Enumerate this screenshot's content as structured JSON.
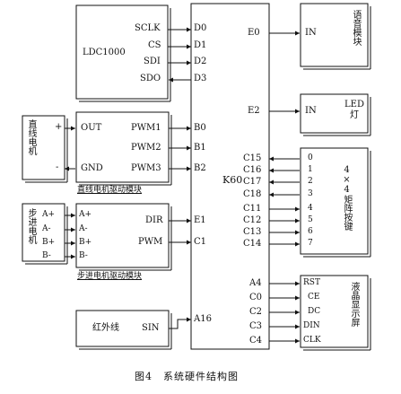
{
  "colors": {
    "line": "#111111",
    "bg": "#ffffff"
  },
  "ldc": {
    "name": "LDC1000",
    "pins": [
      "SCLK",
      "CS",
      "SDI",
      "SDO"
    ]
  },
  "k60": {
    "name": "K60",
    "left_pins_top": [
      "D0",
      "D1",
      "D2",
      "D3"
    ],
    "left_pins_motor": [
      "B0",
      "B1",
      "B2"
    ],
    "left_pins_stepper": [
      "E1",
      "C1"
    ],
    "left_pin_ir": "A16",
    "right_pins": [
      "E0",
      "E2",
      "C15",
      "C16",
      "C17",
      "C18",
      "C11",
      "C12",
      "C13",
      "C14",
      "A4",
      "C0",
      "C2",
      "C3",
      "C4"
    ]
  },
  "voice": {
    "name": "语音模块",
    "pin": "IN"
  },
  "led": {
    "name": "LED灯",
    "pin": "IN"
  },
  "keypad": {
    "name": "4×4矩阵按键",
    "pins": [
      "0",
      "1",
      "2",
      "3",
      "4",
      "5",
      "6",
      "7"
    ]
  },
  "dcmotor": {
    "name": "直线电机",
    "plus": "+",
    "minus": "-",
    "driver_name": "直线电机驱动模块",
    "driver_pins": [
      "OUT",
      "GND"
    ],
    "pwm_pins": [
      "PWM1",
      "PWM2",
      "PWM3"
    ]
  },
  "stepper": {
    "name": "步进电机",
    "motor_pins": [
      "A+",
      "A-",
      "B+",
      "B-"
    ],
    "driver_name": "步进电机驱动模块",
    "driver_in": [
      "A+",
      "A-",
      "B+",
      "B-"
    ],
    "ctrl_pins": [
      "DIR",
      "PWM"
    ]
  },
  "infrared": {
    "name": "红外线",
    "pin": "SIN"
  },
  "lcd": {
    "name": "液晶显示屏",
    "pins": [
      "RST",
      "CE",
      "DC",
      "DIN",
      "CLK"
    ]
  },
  "caption": "图4　系统硬件结构图"
}
